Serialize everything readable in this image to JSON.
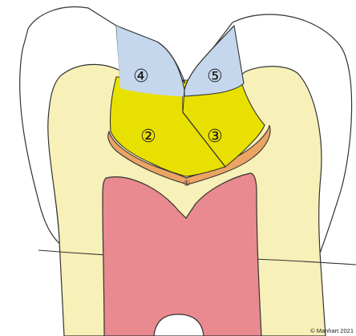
{
  "colors": {
    "enamel_outline": "#333333",
    "dentin": "#f7f0b8",
    "pulp": "#e88a8f",
    "layer_yellow": "#e8e000",
    "layer_blue": "#c5d7ec",
    "liner_orange": "#eba464"
  },
  "layers": [
    {
      "id": "1",
      "label": "①",
      "color_key": "liner_orange"
    },
    {
      "id": "2",
      "label": "②",
      "color_key": "layer_yellow"
    },
    {
      "id": "3",
      "label": "③",
      "color_key": "layer_yellow"
    },
    {
      "id": "4",
      "label": "④",
      "color_key": "layer_blue"
    },
    {
      "id": "5",
      "label": "⑤",
      "color_key": "layer_blue"
    }
  ],
  "credit": "© Manhart 2021"
}
